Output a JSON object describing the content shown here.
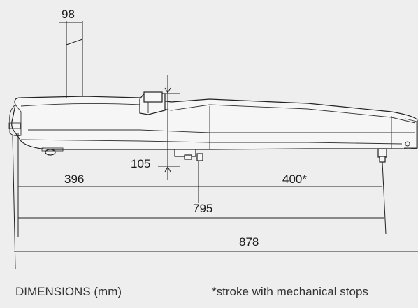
{
  "dimensions": {
    "d98": "98",
    "d105": "105",
    "d396": "396",
    "d400": "400*",
    "d795": "795",
    "d878": "878"
  },
  "captions": {
    "left": "DIMENSIONS (mm)",
    "right": "*stroke with mechanical  stops"
  }
}
